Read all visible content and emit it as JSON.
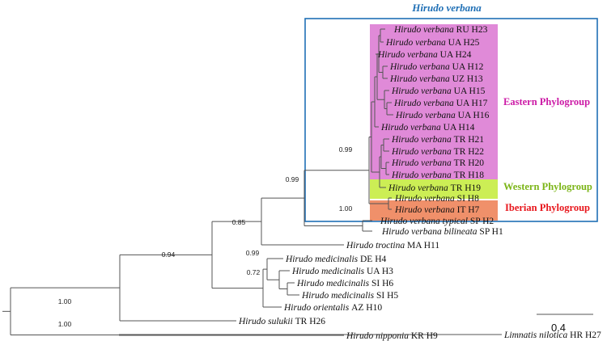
{
  "title": "Hirudo verbana",
  "scale_label": "0.4",
  "colors": {
    "branch": "#555555",
    "frame": "#1f6fb5",
    "title": "#1f6fb5",
    "eastern_fill": "#e08ad8",
    "western_fill": "#ccee55",
    "iberian_fill": "#f0906a",
    "eastern_text": "#cc1aa6",
    "western_text": "#7cb518",
    "iberian_text": "#e8161c"
  },
  "groups": [
    {
      "key": "eastern",
      "label": "Eastern Phylogroup"
    },
    {
      "key": "western",
      "label": "Western Phylogroup"
    },
    {
      "key": "iberian",
      "label": "Iberian Phylogroup"
    }
  ],
  "taxa": [
    {
      "italic": "Hirudo verbana",
      "code": "RU H23"
    },
    {
      "italic": "Hirudo verbana",
      "code": "UA H25"
    },
    {
      "italic": "Hirudo verbana",
      "code": "UA H24"
    },
    {
      "italic": "Hirudo verbana",
      "code": "UA H12"
    },
    {
      "italic": "Hirudo verbana",
      "code": "UZ H13"
    },
    {
      "italic": "Hirudo verbana",
      "code": "UA H15"
    },
    {
      "italic": "Hirudo verbana",
      "code": "UA H17"
    },
    {
      "italic": "Hirudo verbana",
      "code": "UA H16"
    },
    {
      "italic": "Hirudo verbana",
      "code": "UA H14"
    },
    {
      "italic": "Hirudo verbana",
      "code": "TR H21"
    },
    {
      "italic": "Hirudo verbana",
      "code": "TR H22"
    },
    {
      "italic": "Hirudo verbana",
      "code": "TR H20"
    },
    {
      "italic": "Hirudo verbana",
      "code": "TR H18"
    },
    {
      "italic": "Hirudo verbana",
      "code": "TR H19"
    },
    {
      "italic": "Hirudo verbana",
      "code": "SI H8"
    },
    {
      "italic": "Hirudo verbana",
      "code": "IT H7"
    },
    {
      "italic": "Hirudo verbana typical",
      "code": "SP H2"
    },
    {
      "italic": "Hirudo verbana bilineata",
      "code": "SP H1"
    },
    {
      "italic": "Hirudo troctina",
      "code": "MA H11"
    },
    {
      "italic": "Hirudo medicinalis",
      "code": "DE H4"
    },
    {
      "italic": "Hirudo medicinalis",
      "code": "UA H3"
    },
    {
      "italic": "Hirudo medicinalis",
      "code": "SI H6"
    },
    {
      "italic": "Hirudo medicinalis",
      "code": "SI H5"
    },
    {
      "italic": "Hirudo orientalis",
      "code": "AZ H10"
    },
    {
      "italic": "Hirudo sulukii",
      "code": "TR H26"
    },
    {
      "italic": "Hirudo nipponia",
      "code": "KR H9"
    },
    {
      "italic": "Limnatis nilotica",
      "code": "HR H27"
    }
  ],
  "supports": [
    "1.00",
    "0.94",
    "0.85",
    "0.99",
    "0.99",
    "1.00",
    "0.99",
    "0.72",
    "1.00"
  ]
}
